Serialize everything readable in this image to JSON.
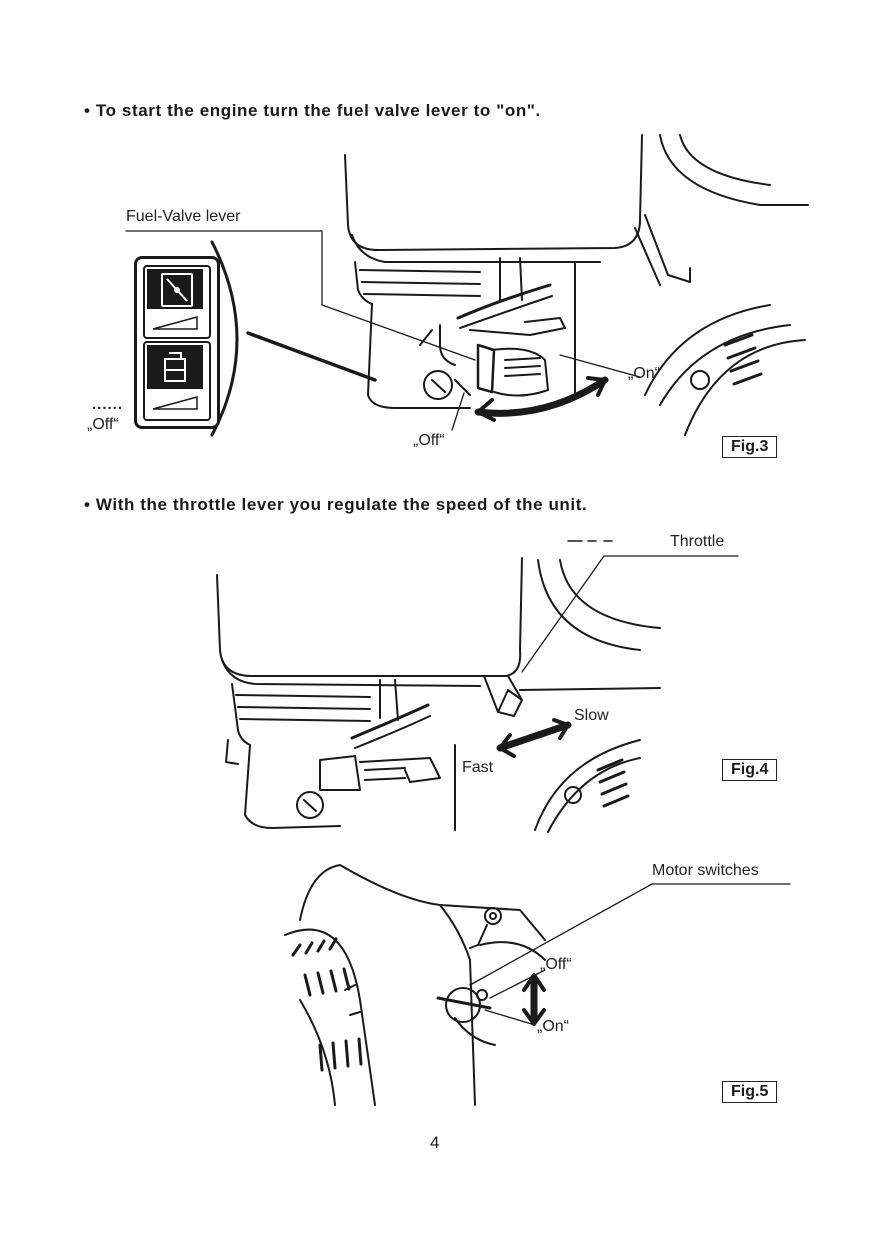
{
  "instructions": [
    "• To start the engine turn the fuel valve lever to \"on\".",
    "• With the throttle lever you regulate the speed of the unit."
  ],
  "fig3": {
    "caption": "Fig.3",
    "labels": {
      "fuel_valve_lever": "Fuel-Valve lever",
      "on": "„On“",
      "off": "„Off“",
      "off_symbol": "„Off“",
      "dots": "......"
    }
  },
  "fig4": {
    "caption": "Fig.4",
    "labels": {
      "throttle": "Throttle",
      "slow": "Slow",
      "fast": "Fast"
    }
  },
  "fig5": {
    "caption": "Fig.5",
    "labels": {
      "motor_switches": "Motor switches",
      "off": "„Off“",
      "on": "„On“"
    }
  },
  "page_number": "4"
}
